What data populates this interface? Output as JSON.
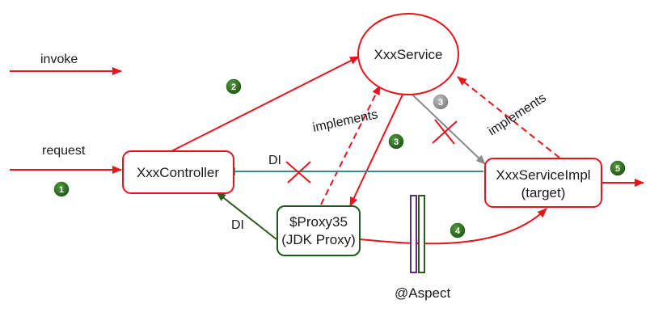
{
  "legend": {
    "invoke_label": "invoke",
    "request_label": "request"
  },
  "nodes": {
    "service": {
      "label": "XxxService"
    },
    "controller": {
      "label": "XxxController"
    },
    "impl": {
      "line1": "XxxServiceImpl",
      "line2": "(target)"
    },
    "proxy": {
      "line1": "$Proxy35",
      "line2": "(JDK Proxy)"
    },
    "aspect": {
      "label": "@Aspect"
    }
  },
  "edges": {
    "implements_left": "implements",
    "implements_right": "implements",
    "di_top": "DI",
    "di_bottom": "DI"
  },
  "badges": {
    "one": "1",
    "two": "2",
    "three_grey": "3",
    "three_green": "3",
    "four": "4",
    "five": "5"
  },
  "colors": {
    "invoke": "#e8141c",
    "node_border_red": "#e8141c",
    "proxy_border": "#1e5a1e",
    "di_teal": "#3a8a8a",
    "di_green": "#2d5a1f",
    "grey_arrow": "#8a8a8a",
    "badge_green": "#2e6b1f",
    "badge_grey": "#8f8f8f",
    "aspect_purple": "#5a2d82",
    "aspect_green": "#2d5a1f"
  }
}
